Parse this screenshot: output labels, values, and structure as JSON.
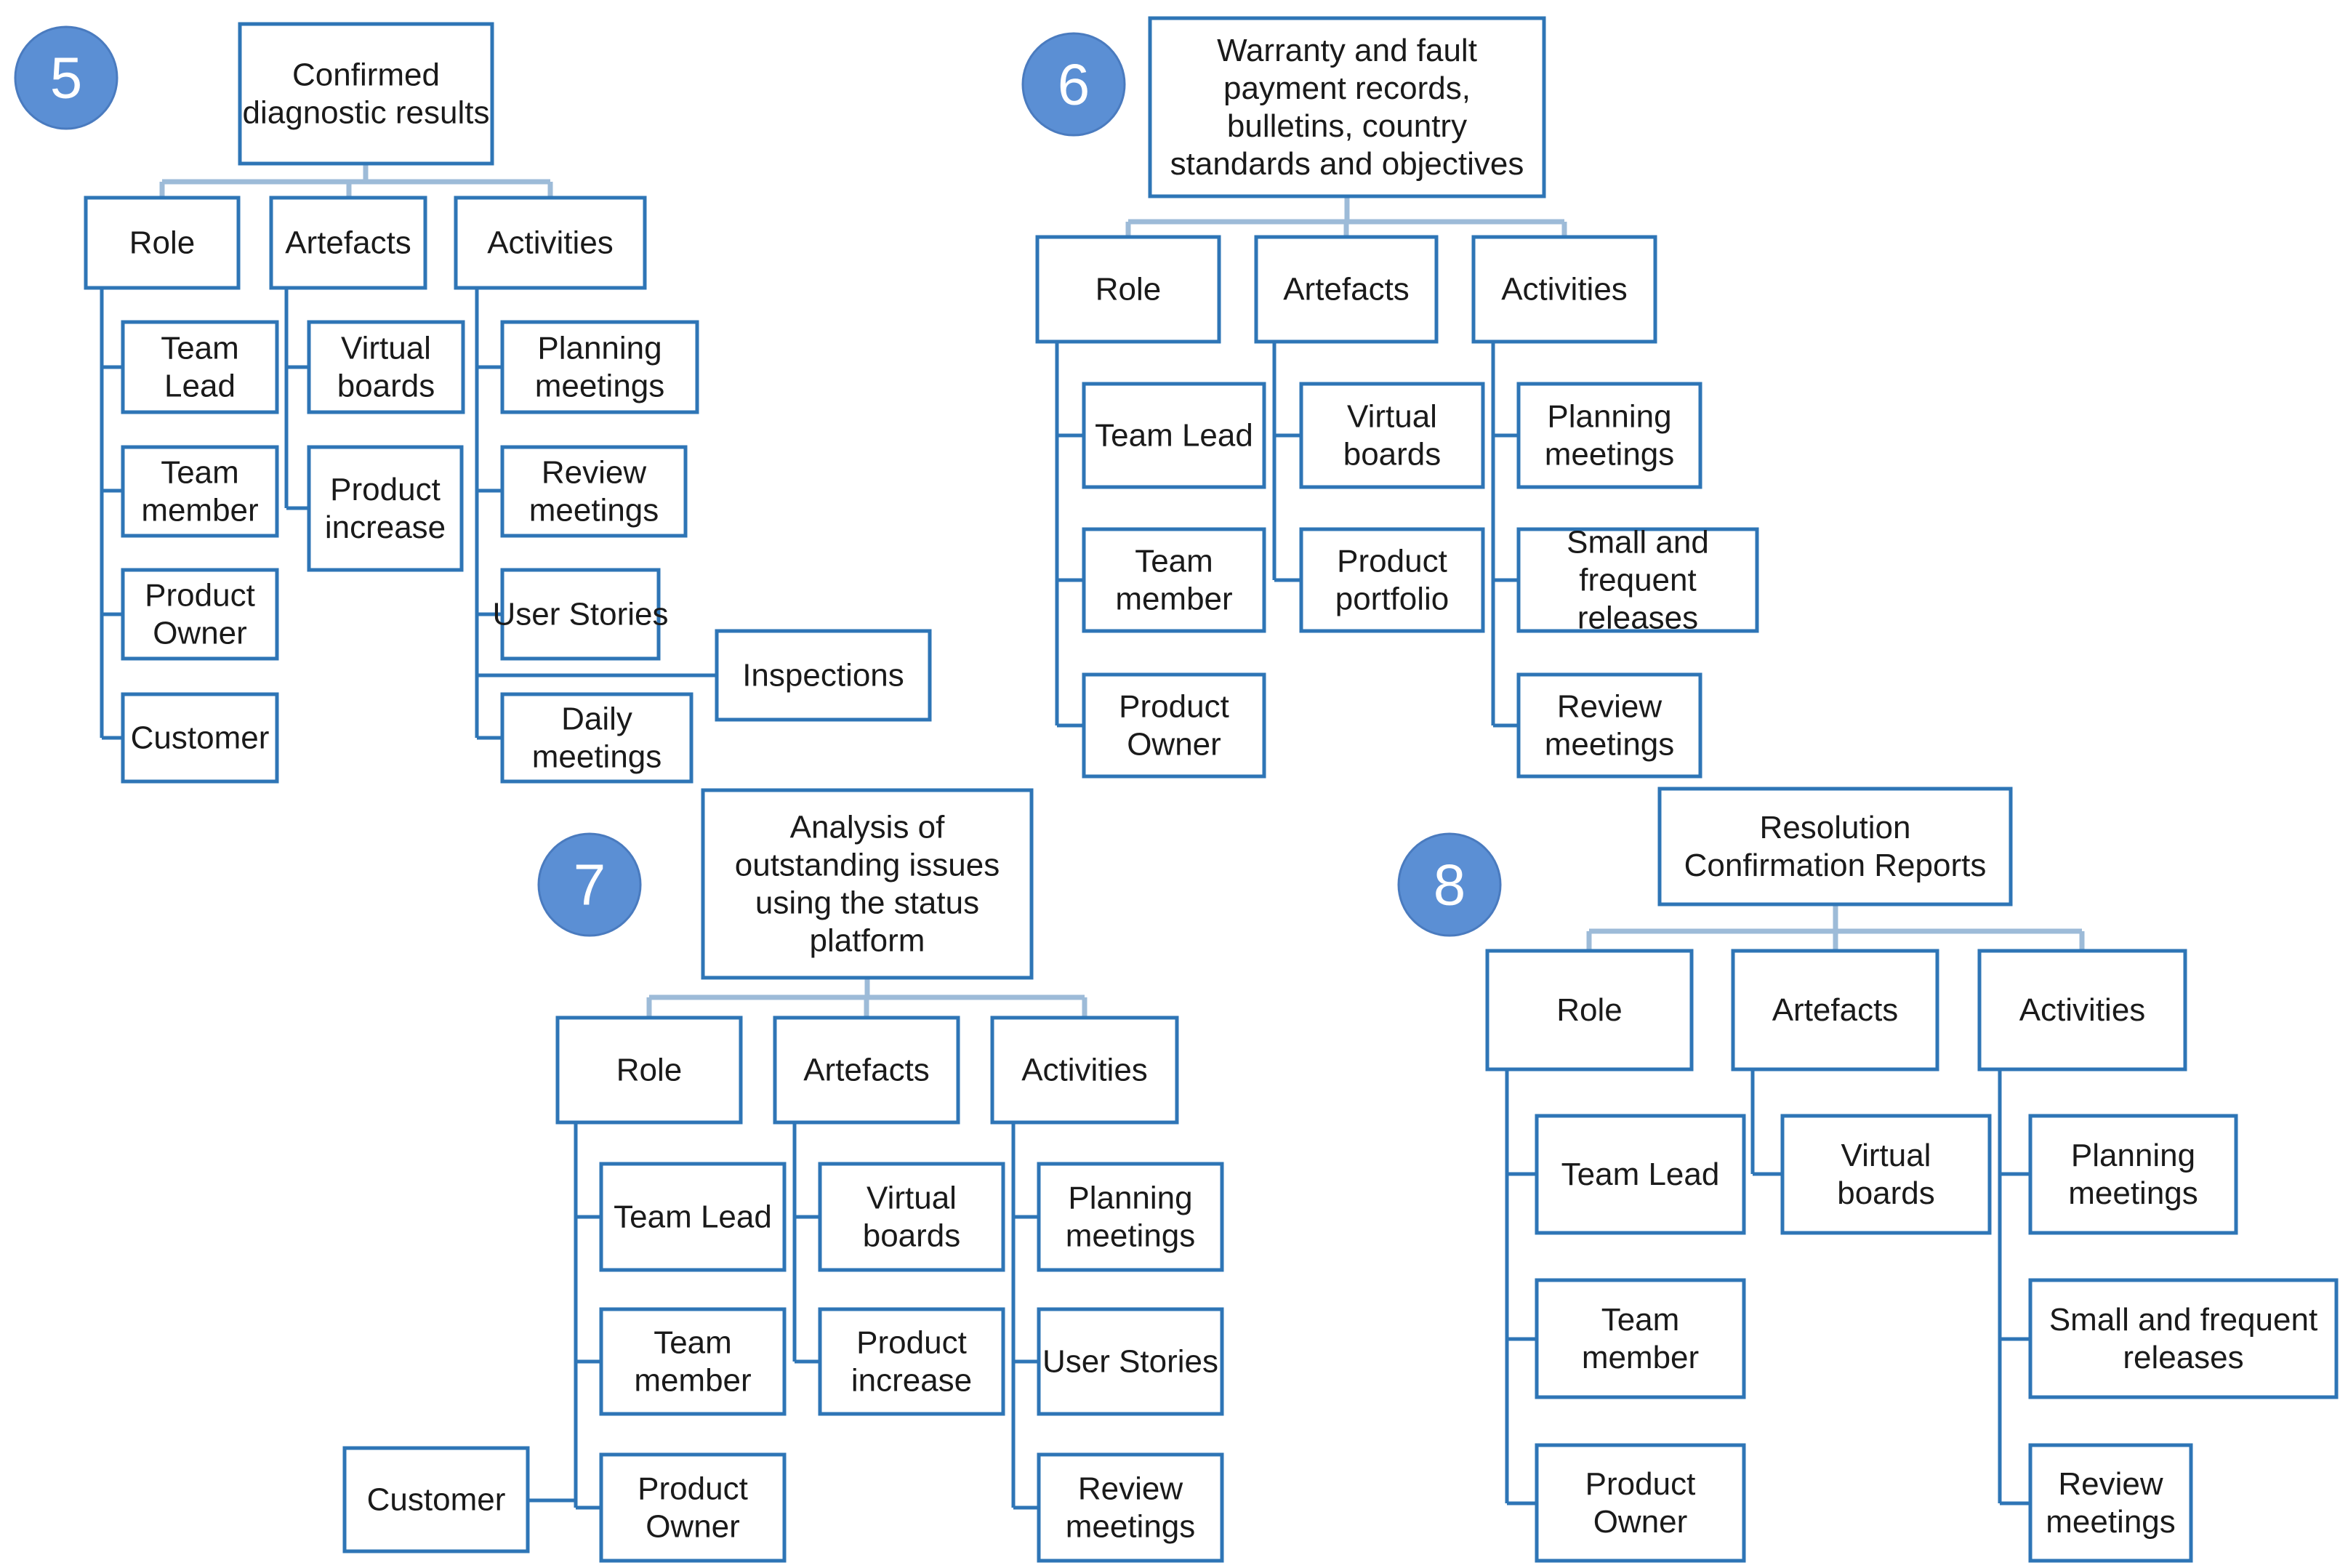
{
  "diagrams": [
    {
      "badge": "5",
      "root": [
        "Confirmed",
        "diagnostic results"
      ],
      "categories": [
        {
          "label": [
            "Role"
          ],
          "children": [
            [
              "Team",
              "Lead"
            ],
            [
              "Team",
              "member"
            ],
            [
              "Product",
              "Owner"
            ],
            [
              "Customer"
            ]
          ]
        },
        {
          "label": [
            "Artefacts"
          ],
          "children": [
            [
              "Virtual",
              "boards"
            ],
            [
              "Product",
              "increase"
            ]
          ]
        },
        {
          "label": [
            "Activities"
          ],
          "children": [
            [
              "Planning",
              "meetings"
            ],
            [
              "Review",
              "meetings"
            ],
            [
              "User Stories"
            ],
            [
              "Inspections"
            ],
            [
              "Daily",
              "meetings"
            ]
          ]
        }
      ]
    },
    {
      "badge": "6",
      "root": [
        "Warranty and fault",
        "payment records,",
        "bulletins, country",
        "standards and objectives"
      ],
      "categories": [
        {
          "label": [
            "Role"
          ],
          "children": [
            [
              "Team Lead"
            ],
            [
              "Team",
              "member"
            ],
            [
              "Product",
              "Owner"
            ]
          ]
        },
        {
          "label": [
            "Artefacts"
          ],
          "children": [
            [
              "Virtual",
              "boards"
            ],
            [
              "Product",
              "portfolio"
            ]
          ]
        },
        {
          "label": [
            "Activities"
          ],
          "children": [
            [
              "Planning",
              "meetings"
            ],
            [
              "Small and",
              "frequent",
              "releases"
            ],
            [
              "Review",
              "meetings"
            ]
          ]
        }
      ]
    },
    {
      "badge": "7",
      "root": [
        "Analysis of",
        "outstanding issues",
        "using the status",
        "platform"
      ],
      "categories": [
        {
          "label": [
            "Role"
          ],
          "children": [
            [
              "Team Lead"
            ],
            [
              "Team",
              "member"
            ],
            [
              "Product",
              "Owner"
            ],
            [
              "Customer"
            ]
          ]
        },
        {
          "label": [
            "Artefacts"
          ],
          "children": [
            [
              "Virtual",
              "boards"
            ],
            [
              "Product",
              "increase"
            ]
          ]
        },
        {
          "label": [
            "Activities"
          ],
          "children": [
            [
              "Planning",
              "meetings"
            ],
            [
              "User Stories"
            ],
            [
              "Review",
              "meetings"
            ]
          ]
        }
      ]
    },
    {
      "badge": "8",
      "root": [
        "Resolution",
        "Confirmation Reports"
      ],
      "categories": [
        {
          "label": [
            "Role"
          ],
          "children": [
            [
              "Team Lead"
            ],
            [
              "Team",
              "member"
            ],
            [
              "Product",
              "Owner"
            ]
          ]
        },
        {
          "label": [
            "Artefacts"
          ],
          "children": [
            [
              "Virtual",
              "boards"
            ]
          ]
        },
        {
          "label": [
            "Activities"
          ],
          "children": [
            [
              "Planning",
              "meetings"
            ],
            [
              "Small and frequent",
              "releases"
            ],
            [
              "Review",
              "meetings"
            ]
          ]
        }
      ]
    }
  ]
}
